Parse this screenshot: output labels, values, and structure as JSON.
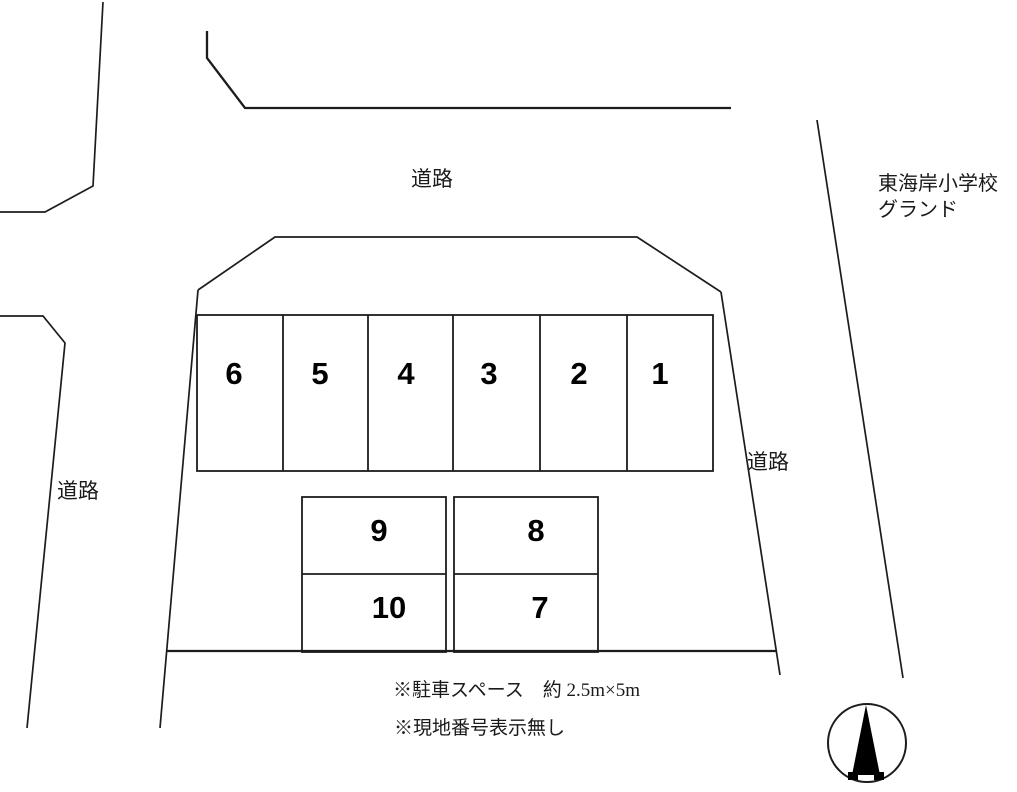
{
  "page": {
    "background": "#ffffff",
    "line_color": "#1c1c1c"
  },
  "labels": {
    "road_top": "道路",
    "road_left": "道路",
    "road_right": "道路",
    "school_ground_line1": "東海岸小学校",
    "school_ground_line2": "グランド"
  },
  "notes": {
    "stall_size": "※駐車スペース　約 2.5m×5m",
    "no_number_display": "※現地番号表示無し"
  },
  "stalls": {
    "row": [
      "6",
      "5",
      "4",
      "3",
      "2",
      "1"
    ],
    "left_block": [
      "9",
      "10"
    ],
    "right_block": [
      "8",
      "7"
    ]
  },
  "compass": {
    "icon": "north-arrow"
  }
}
